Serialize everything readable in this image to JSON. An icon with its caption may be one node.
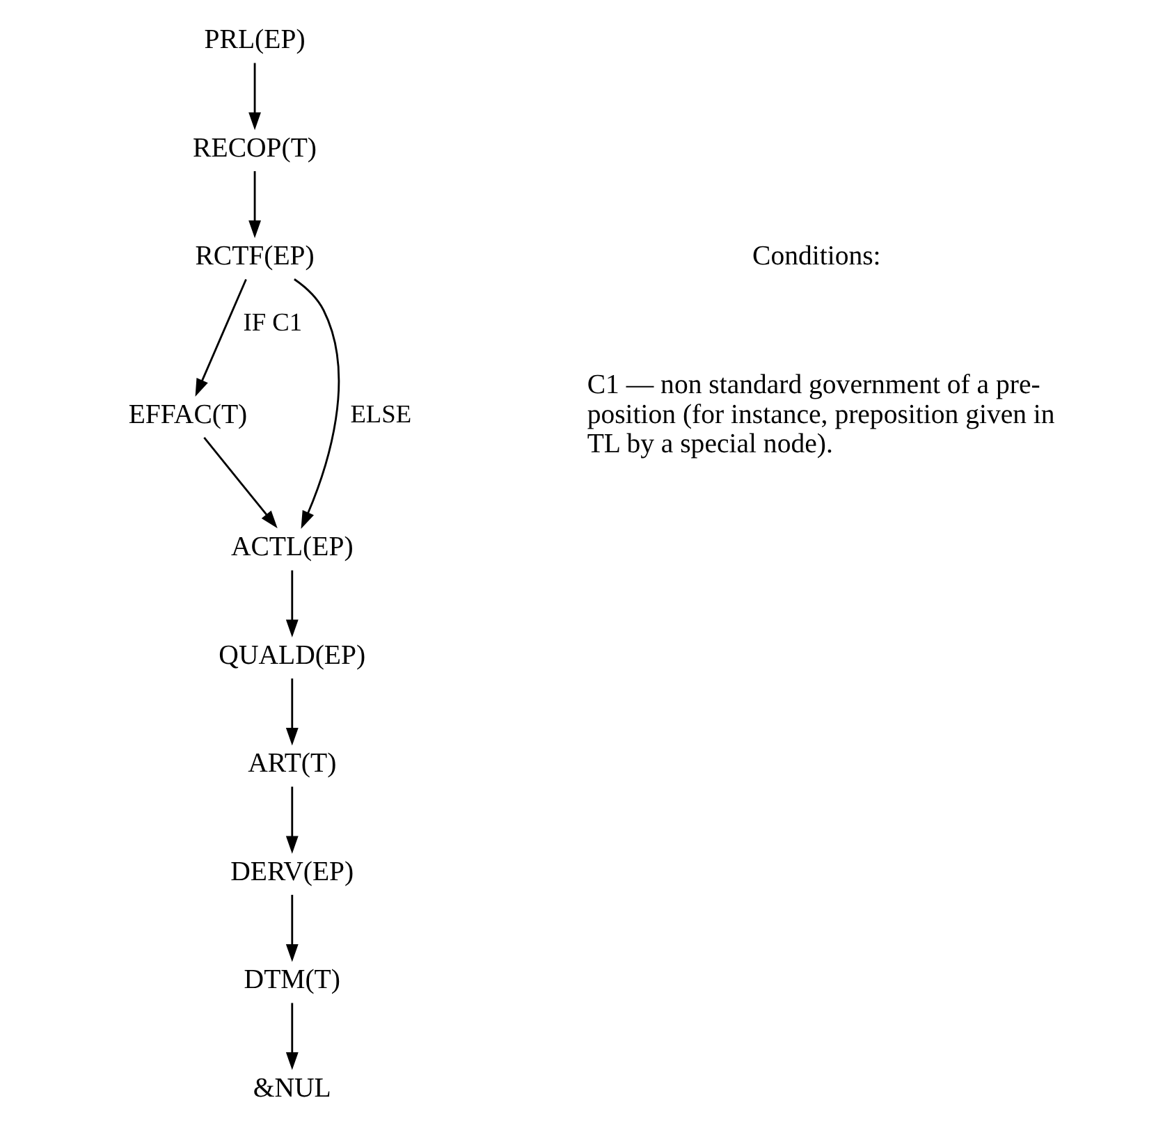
{
  "diagram": {
    "nodes": [
      {
        "text": [
          "PRL(EP)"
        ]
      },
      {
        "text": [
          "RECOP(T)"
        ]
      },
      {
        "text": [
          "RCTF(EP)"
        ]
      },
      {
        "text": [
          "EFFAC(T)"
        ]
      },
      {
        "text": [
          "ACTL(EP)"
        ]
      },
      {
        "text": [
          "QUALD(EP)"
        ]
      },
      {
        "text": [
          "ART(T)"
        ]
      },
      {
        "text": [
          "DERV(EP)"
        ]
      },
      {
        "text": [
          "DTM(T)"
        ]
      },
      {
        "text": [
          "&NUL"
        ]
      }
    ],
    "edges": [
      {
        "from": 0,
        "to": 1,
        "arrow": "to"
      },
      {
        "from": 1,
        "to": 2,
        "arrow": "to"
      },
      {
        "from": 2,
        "to": 3,
        "arrow": "to",
        "label": "IF C1"
      },
      {
        "from": 2,
        "to": 4,
        "arrow": "to",
        "label": "ELSE"
      },
      {
        "from": 3,
        "to": 4,
        "arrow": "to"
      },
      {
        "from": 4,
        "to": 5,
        "arrow": "to"
      },
      {
        "from": 5,
        "to": 6,
        "arrow": "to"
      },
      {
        "from": 6,
        "to": 7,
        "arrow": "to"
      },
      {
        "from": 7,
        "to": 8,
        "arrow": "to"
      },
      {
        "from": 8,
        "to": 9,
        "arrow": "to"
      }
    ],
    "labels": [
      "Conditions:",
      "C1 — non standard government of a pre- position (for instance, preposition given in TL by a special node)."
    ]
  }
}
